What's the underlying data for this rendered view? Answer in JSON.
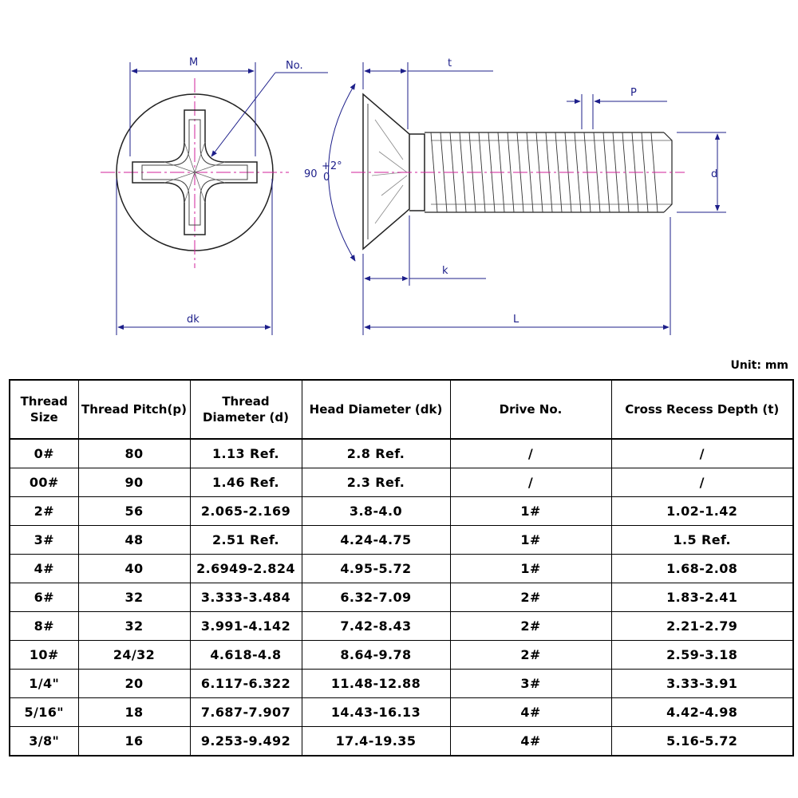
{
  "drawing": {
    "labels": {
      "M": "M",
      "No": "No.",
      "t": "t",
      "P": "P",
      "d": "d",
      "k": "k",
      "dk": "dk",
      "L": "L",
      "angle": "90",
      "angle_tol_upper": "+2°",
      "angle_tol_lower": "0"
    }
  },
  "unit_label": "Unit: mm",
  "table": {
    "headers": [
      [
        "Thread",
        "Size"
      ],
      [
        "Thread Pitch(p)"
      ],
      [
        "Thread",
        "Diameter (d)"
      ],
      [
        "Head Diameter (dk)"
      ],
      [
        "Drive No."
      ],
      [
        "Cross Recess Depth (t)"
      ]
    ],
    "rows": [
      [
        "0#",
        "80",
        "1.13 Ref.",
        "2.8 Ref.",
        "/",
        "/"
      ],
      [
        "00#",
        "90",
        "1.46 Ref.",
        "2.3 Ref.",
        "/",
        "/"
      ],
      [
        "2#",
        "56",
        "2.065-2.169",
        "3.8-4.0",
        "1#",
        "1.02-1.42"
      ],
      [
        "3#",
        "48",
        "2.51 Ref.",
        "4.24-4.75",
        "1#",
        "1.5 Ref."
      ],
      [
        "4#",
        "40",
        "2.6949-2.824",
        "4.95-5.72",
        "1#",
        "1.68-2.08"
      ],
      [
        "6#",
        "32",
        "3.333-3.484",
        "6.32-7.09",
        "2#",
        "1.83-2.41"
      ],
      [
        "8#",
        "32",
        "3.991-4.142",
        "7.42-8.43",
        "2#",
        "2.21-2.79"
      ],
      [
        "10#",
        "24/32",
        "4.618-4.8",
        "8.64-9.78",
        "2#",
        "2.59-3.18"
      ],
      [
        "1/4\"",
        "20",
        "6.117-6.322",
        "11.48-12.88",
        "3#",
        "3.33-3.91"
      ],
      [
        "5/16\"",
        "18",
        "7.687-7.907",
        "14.43-16.13",
        "4#",
        "4.42-4.98"
      ],
      [
        "3/8\"",
        "16",
        "9.253-9.492",
        "17.4-19.35",
        "4#",
        "5.16-5.72"
      ]
    ]
  }
}
